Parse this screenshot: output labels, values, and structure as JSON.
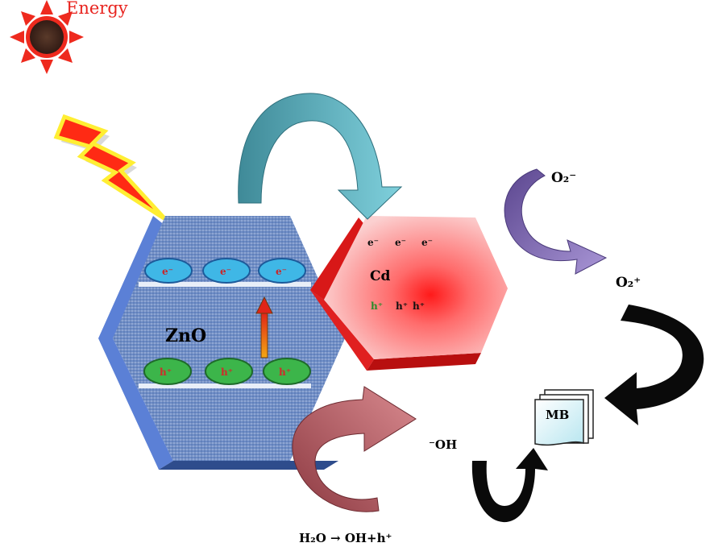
{
  "energy": {
    "label": "Energy"
  },
  "zno": {
    "label": "ZnO",
    "electrons": [
      "e⁻",
      "e⁻",
      "e⁻"
    ],
    "holes": [
      "h⁺",
      "h⁺",
      "h⁺"
    ]
  },
  "cd": {
    "label": "Cd",
    "electrons": [
      "e⁻",
      "e⁻",
      "e⁻"
    ],
    "holes": [
      "h⁺",
      "h⁺",
      "h⁺"
    ]
  },
  "species": {
    "o2_minus": "O₂⁻",
    "o2_plus": "O₂⁺",
    "oh": "⁻OH",
    "mb": "MB",
    "water_reaction": "H₂O → OH+h⁺"
  },
  "colors": {
    "sun": "#ee2a1e",
    "zno_face": "#5f7fbd",
    "electron_fill": "#3fb7e6",
    "hole_fill": "#3cb54a",
    "cd_face": "#f7a3a3",
    "cd_core": "#ff1f1f",
    "teal_arrow": "#4aa6b6",
    "purple_arrow": "#7a66b2",
    "maroon_arrow": "#a5404a"
  }
}
